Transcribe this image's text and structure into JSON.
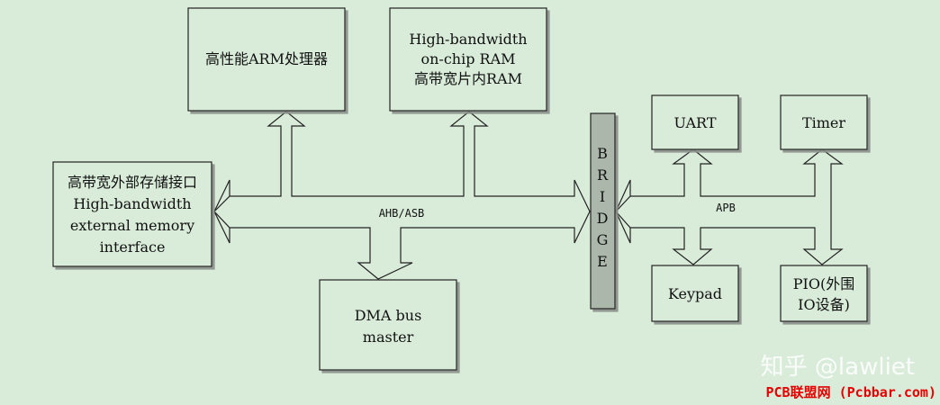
{
  "blocks": {
    "arm_cpu": {
      "lines": [
        "高性能ARM处理器"
      ]
    },
    "onchip_ram": {
      "lines": [
        "High-bandwidth",
        "on-chip RAM",
        "高带宽片内RAM"
      ]
    },
    "ext_mem": {
      "lines": [
        "高带宽外部存储接口",
        "High-bandwidth",
        "external memory",
        "interface"
      ]
    },
    "dma": {
      "lines": [
        "DMA bus",
        "master"
      ]
    },
    "bridge": {
      "letters": [
        "B",
        "R",
        "I",
        "D",
        "G",
        "E"
      ]
    },
    "uart": {
      "lines": [
        "UART"
      ]
    },
    "timer": {
      "lines": [
        "Timer"
      ]
    },
    "keypad": {
      "lines": [
        "Keypad"
      ]
    },
    "pio": {
      "lines": [
        "PIO(外围",
        "IO设备)"
      ]
    }
  },
  "buses": {
    "ahb": "AHB/ASB",
    "apb": "APB"
  },
  "watermarks": {
    "zhihu": "知乎 @lawliet",
    "pcbbar": "PCB联盟网 (Pcbbar.com)"
  },
  "colors": {
    "background": "#d9ecd9",
    "box_fill": "#d9ecd9",
    "bridge_fill": "#aab7aa",
    "stroke": "#222222",
    "watermark_red": "#e60000"
  }
}
